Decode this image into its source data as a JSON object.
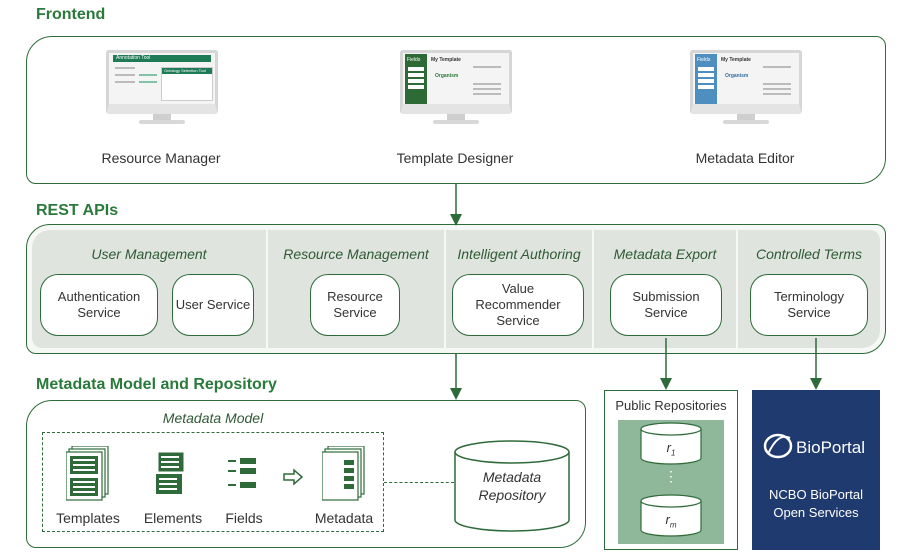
{
  "frontend": {
    "title": "Frontend",
    "apps": [
      {
        "label": "Resource Manager",
        "screen_title": "Annotation Tool",
        "popup_title": "Ontology Selection Tool"
      },
      {
        "label": "Template Designer",
        "sidebar_label": "Fields",
        "screen_title": "My Template",
        "field_highlight": "Organism"
      },
      {
        "label": "Metadata Editor",
        "sidebar_label": "Fields",
        "screen_title": "My Template",
        "field_highlight": "Organism"
      }
    ]
  },
  "rest": {
    "title": "REST APIs",
    "groups": [
      {
        "title": "User Management",
        "services": [
          "Authentication Service",
          "User Service"
        ]
      },
      {
        "title": "Resource Management",
        "services": [
          "Resource Service"
        ]
      },
      {
        "title": "Intelligent Authoring",
        "services": [
          "Value Recommender Service"
        ]
      },
      {
        "title": "Metadata Export",
        "services": [
          "Submission Service"
        ]
      },
      {
        "title": "Controlled Terms",
        "services": [
          "Terminology Service"
        ]
      }
    ]
  },
  "model": {
    "title": "Metadata Model and Repository",
    "inner_title": "Metadata Model",
    "items": [
      "Templates",
      "Elements",
      "Fields",
      "Metadata"
    ],
    "repository": "Metadata Repository"
  },
  "public": {
    "title": "Public Repositories",
    "r1": "r",
    "r1_sub": "1",
    "rm": "r",
    "rm_sub": "m",
    "dots": "⋮"
  },
  "bioportal": {
    "logo": "BioPortal",
    "caption": "NCBO BioPortal Open Services"
  },
  "colors": {
    "accent": "#2a7a3b",
    "border": "#2f6b3a",
    "api_bg": "#dfe4df",
    "public_bg": "#8fb89a",
    "bioportal_bg": "#1f3a6e"
  }
}
